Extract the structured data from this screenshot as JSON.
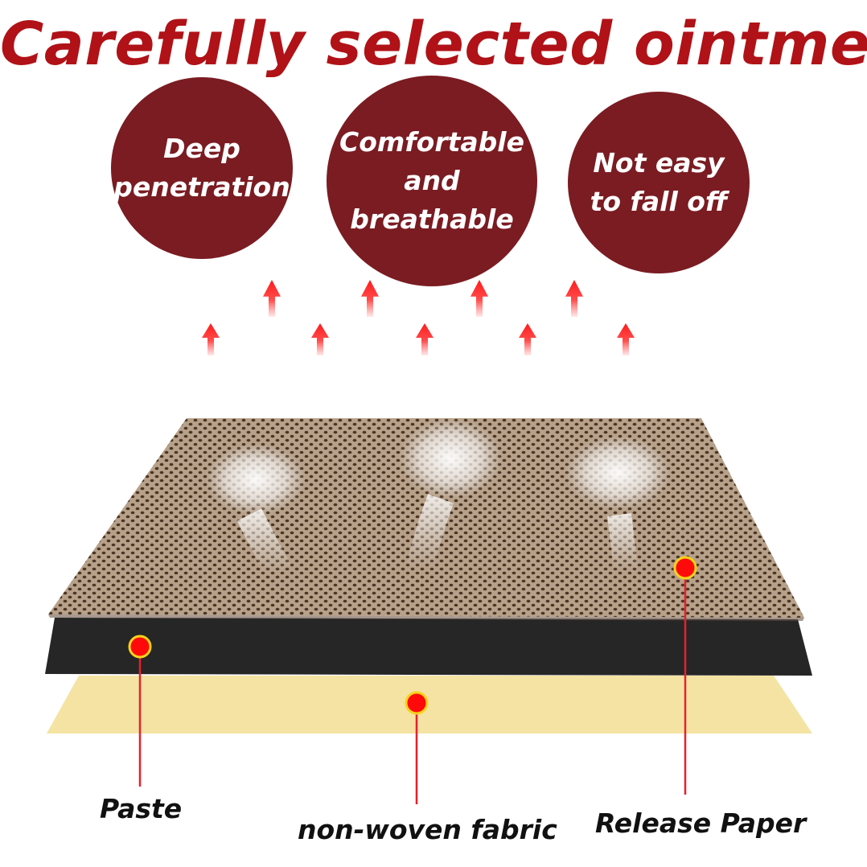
{
  "title": "Carefully selected ointment",
  "features": [
    {
      "line1": "Deep",
      "line2": "penetration"
    },
    {
      "line1": "Comfortable",
      "line2": "and breathable"
    },
    {
      "line1": "Not easy",
      "line2": "to fall off"
    }
  ],
  "labels": {
    "paste": "Paste",
    "fabric": "non-woven fabric",
    "release": "Release Paper"
  },
  "colors": {
    "title": "#b01217",
    "circle": "#7a1c22",
    "arrow": "#e8202a",
    "marker": "#ff0a0a",
    "marker_ring": "#f6d21b",
    "patch": "#b59a80",
    "paste_layer": "#2a2a2a",
    "release_layer": "#f4e3a3"
  }
}
